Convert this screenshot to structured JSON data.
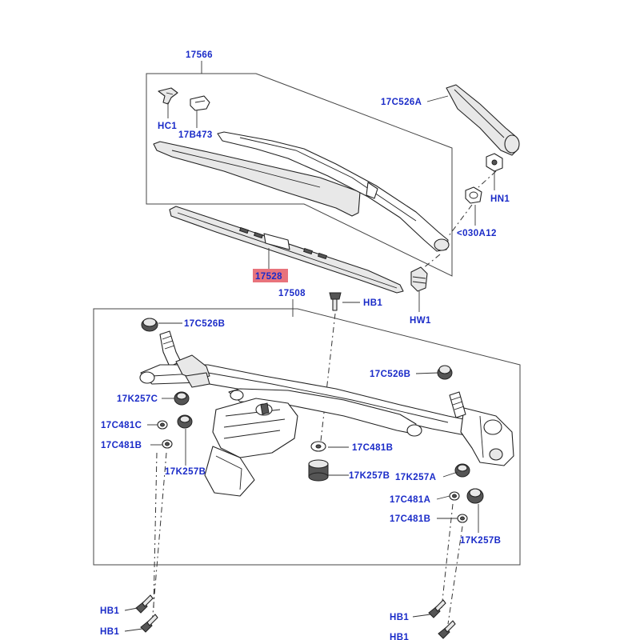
{
  "diagram": {
    "callouts": {
      "c17566": "17566",
      "c17C526A": "17C526A",
      "cHC1": "HC1",
      "c17B473": "17B473",
      "cHN1": "HN1",
      "c030A12": "<030A12",
      "c17528": "17528",
      "cHW1": "HW1",
      "c17508": "17508",
      "cHB1_top": "HB1",
      "c17C526B_left": "17C526B",
      "c17C526B_right": "17C526B",
      "c17K257C": "17K257C",
      "c17C481C": "17C481C",
      "c17C481B_left": "17C481B",
      "c17K257B_left": "17K257B",
      "c17C481B_mid": "17C481B",
      "c17K257B_mid": "17K257B",
      "c17K257A": "17K257A",
      "c17C481A": "17C481A",
      "c17C481B_right": "17C481B",
      "c17K257B_right": "17K257B",
      "cHB1_bl1": "HB1",
      "cHB1_bl2": "HB1",
      "cHB1_br1": "HB1",
      "cHB1_br2": "HB1"
    },
    "highlight_color": "#e8737c",
    "label_color": "#1a2bc8"
  }
}
